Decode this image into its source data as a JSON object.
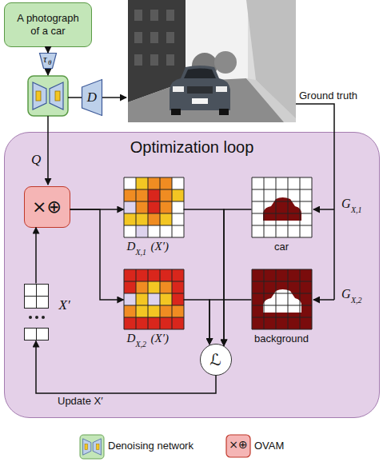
{
  "diagram": {
    "nodes": [
      {
        "text": [
          "A photograph of a car"
        ]
      },
      {
        "text": [
          "τ",
          "θ"
        ]
      },
      {
        "text": [
          "D"
        ]
      },
      {
        "text": [
          "Optimization loop"
        ]
      },
      {
        "text": [
          "×⊕"
        ],
        "in": 3
      },
      {
        "text": [
          "D",
          "X,1",
          "(X′)"
        ],
        "in": 3
      },
      {
        "text": [
          "car"
        ],
        "in": 3
      },
      {
        "text": [
          "D",
          "X,2",
          "(X′)"
        ],
        "in": 3
      },
      {
        "text": [
          "background"
        ],
        "in": 3
      },
      {
        "text": [
          "X′"
        ],
        "in": 3
      },
      {
        "text": [
          "ℒ"
        ],
        "in": 3
      }
    ],
    "edges": [
      {
        "from": 0,
        "to": 1,
        "arrow": "to"
      },
      {
        "from": 4,
        "to": 5,
        "arrow": "to"
      },
      {
        "from": 4,
        "to": 7,
        "arrow": "to"
      },
      {
        "from": 9,
        "to": 4,
        "arrow": "to"
      },
      {
        "from": 5,
        "to": 10,
        "arrow": "to"
      },
      {
        "from": 6,
        "to": 10,
        "arrow": "to"
      },
      {
        "from": 7,
        "to": 10,
        "arrow": "to"
      },
      {
        "from": 8,
        "to": 10,
        "arrow": "to"
      },
      {
        "from": 10,
        "to": 9,
        "label": "Update X′",
        "arrow": "to"
      }
    ],
    "labels": [
      "Q",
      "Ground truth",
      "G",
      "X,1",
      "G",
      "X,2",
      "×⊕"
    ],
    "legend": [
      {
        "text": "Denoising network"
      },
      {
        "text": "OVAM"
      }
    ]
  }
}
